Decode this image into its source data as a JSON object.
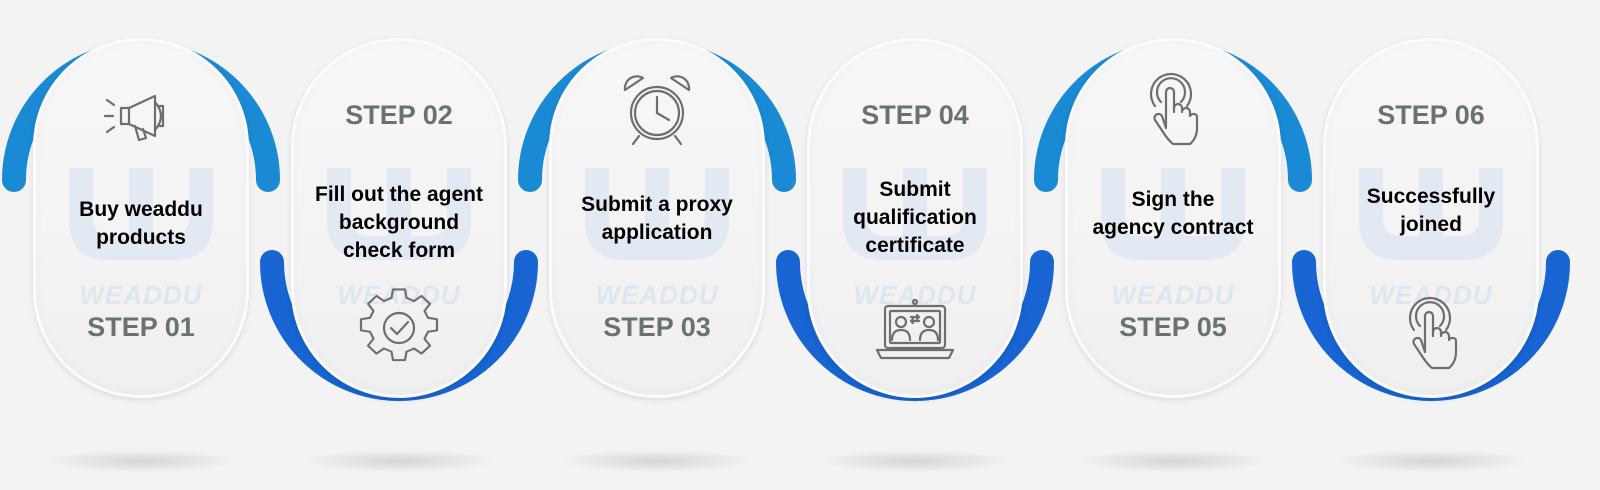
{
  "watermark": "WEADDU",
  "colors": {
    "arc_top": "#1a8ad4",
    "arc_bottom": "#1764d2",
    "step_text": "#6b7171",
    "desc_text": "#000000",
    "icon_stroke": "#6e6e6e"
  },
  "steps": [
    {
      "label": "STEP 01",
      "desc": [
        "Buy weaddu",
        "products"
      ],
      "icon": "megaphone-icon"
    },
    {
      "label": "STEP 02",
      "desc": [
        "Fill out the agent",
        "background",
        "check form"
      ],
      "icon": "gear-check-icon"
    },
    {
      "label": "STEP 03",
      "desc": [
        "Submit a proxy",
        "application"
      ],
      "icon": "alarm-clock-icon"
    },
    {
      "label": "STEP 04",
      "desc": [
        "Submit",
        "qualification",
        "certificate"
      ],
      "icon": "video-meeting-laptop-icon"
    },
    {
      "label": "STEP 05",
      "desc": [
        "Sign the",
        "agency contract"
      ],
      "icon": "touch-hand-icon"
    },
    {
      "label": "STEP 06",
      "desc": [
        "Successfully",
        "joined"
      ],
      "icon": "touch-hand-icon"
    }
  ]
}
